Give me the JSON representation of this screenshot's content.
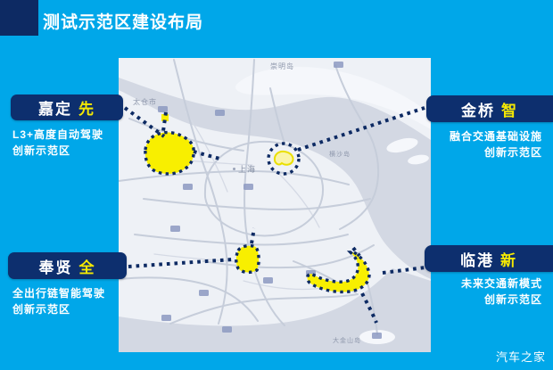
{
  "title": "测试示范区建设布局",
  "watermark": "汽车之家",
  "map": {
    "labels": {
      "chongming": "崇明岛",
      "taicang": "太仓市",
      "shanghai": "上海",
      "hengsha": "横沙岛",
      "dajinshan": "大金山岛"
    }
  },
  "regions": {
    "jiading": {
      "name": "嘉定",
      "tag": "先",
      "desc1": "L3+高度自动驾驶",
      "desc2": "创新示范区"
    },
    "jinqiao": {
      "name": "金桥",
      "tag": "智",
      "desc1": "融合交通基础设施",
      "desc2": "创新示范区"
    },
    "fengxian": {
      "name": "奉贤",
      "tag": "全",
      "desc1": "全出行链智能驾驶",
      "desc2": "创新示范区"
    },
    "lingang": {
      "name": "临港",
      "tag": "新",
      "desc1": "未来交通新模式",
      "desc2": "创新示范区"
    }
  },
  "colors": {
    "background": "#00a7e9",
    "panel_navy": "#0d2f6e",
    "highlight_yellow": "#f5e903",
    "zone_yellow": "#f8ef00",
    "map_land": "#eef1f6",
    "map_water": "#d3d8e3"
  }
}
